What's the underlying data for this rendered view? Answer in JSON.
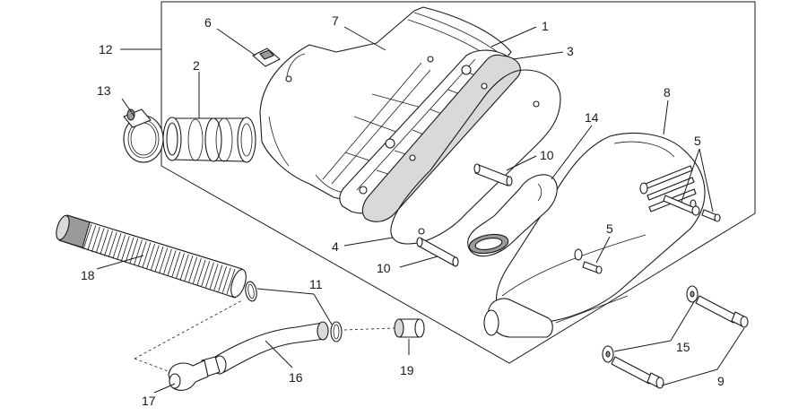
{
  "callouts": {
    "c1": "1",
    "c2": "2",
    "c3": "3",
    "c4": "4",
    "c5a": "5",
    "c5b": "5",
    "c6": "6",
    "c7": "7",
    "c8": "8",
    "c9": "9",
    "c10a": "10",
    "c10b": "10",
    "c11": "11",
    "c12": "12",
    "c13": "13",
    "c14": "14",
    "c15": "15",
    "c16": "16",
    "c17": "17",
    "c18": "18",
    "c19": "19"
  },
  "colors": {
    "line": "#1a1a1a",
    "filter_fill": "#d9d9d9",
    "background": "#ffffff"
  }
}
